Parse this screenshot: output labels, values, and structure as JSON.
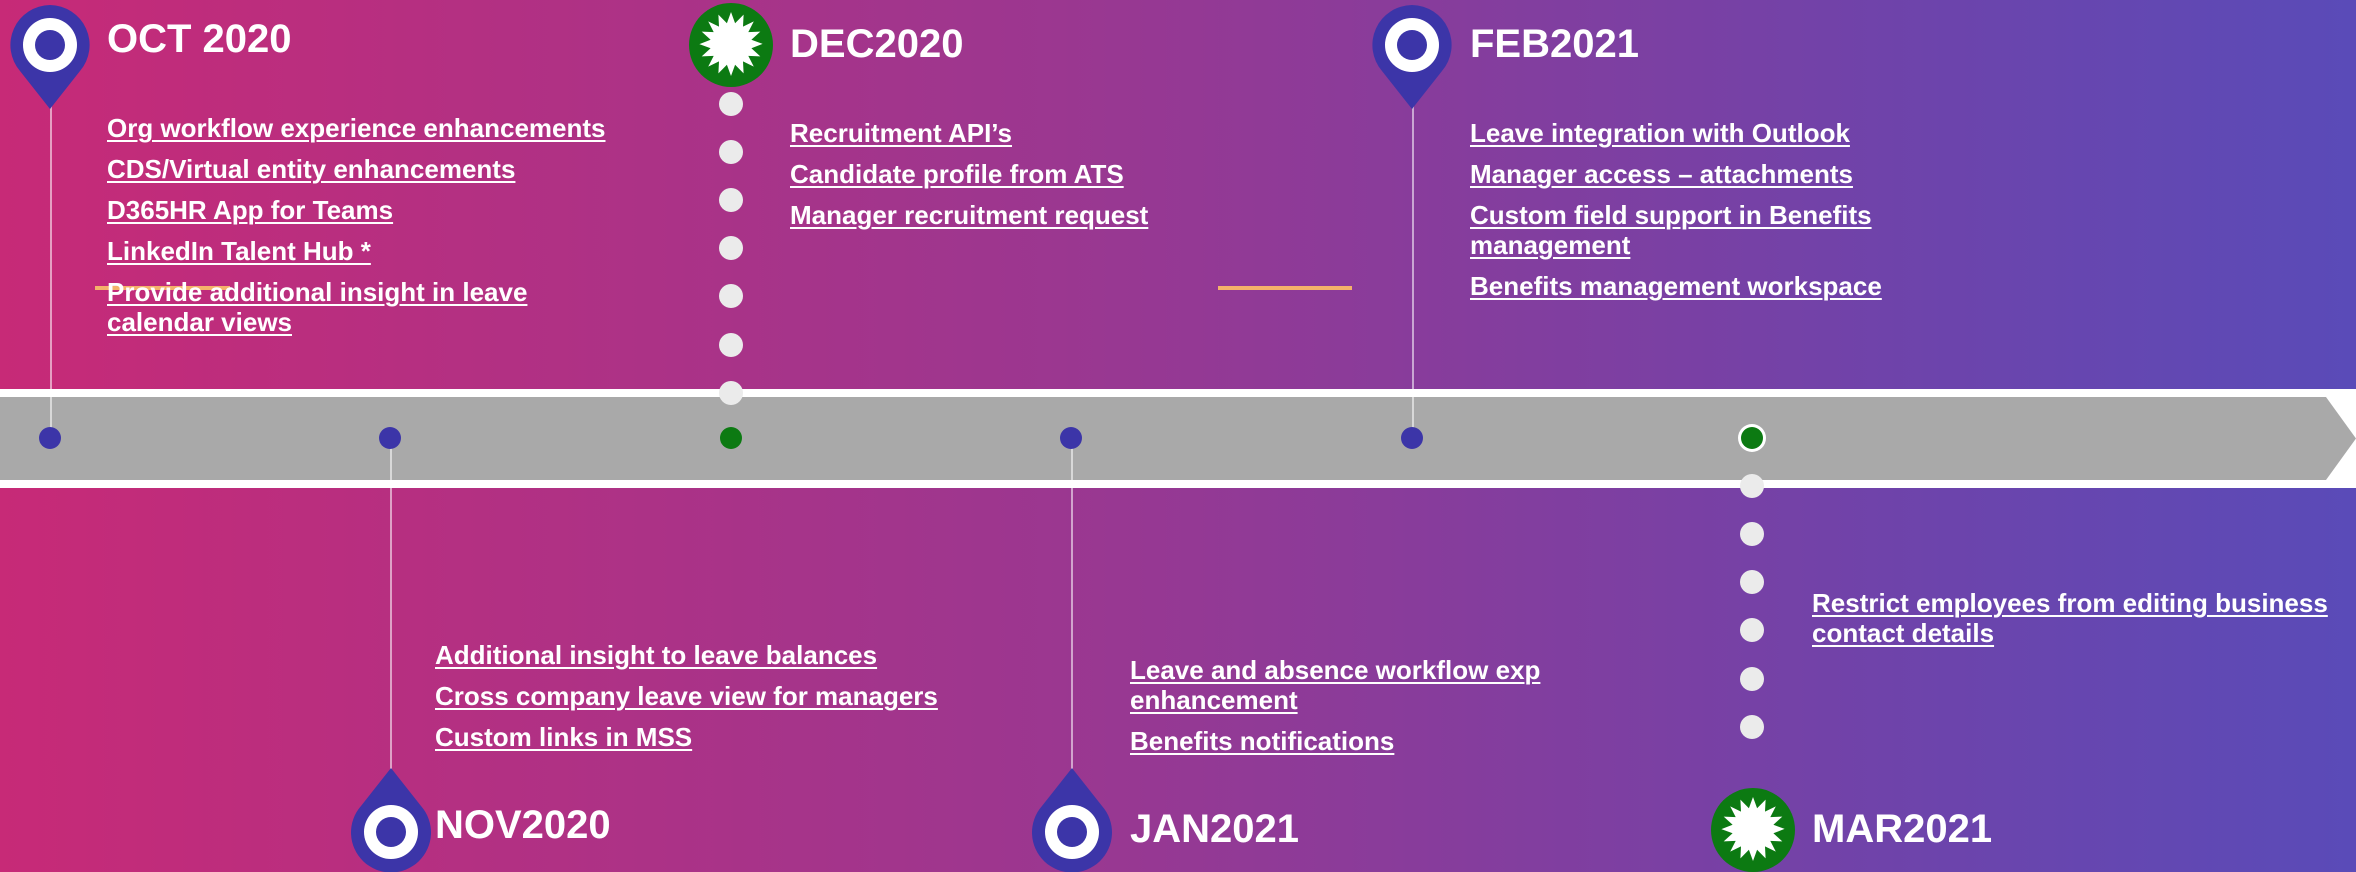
{
  "colors": {
    "gradient_left": "#c72a77",
    "gradient_right": "#5a4bb8",
    "timeline_bar": "#a9a9a9",
    "milestone_blue": "#3c35a8",
    "milestone_green": "#0c7a12",
    "accent_orange": "#f4b26a"
  },
  "milestones": [
    {
      "title": "OCT 2020",
      "marker": "pin-icon",
      "items": [
        "Org workflow experience enhancements",
        "CDS/Virtual entity enhancements",
        "D365HR App for Teams",
        "LinkedIn Talent Hub *",
        "Provide additional insight in leave calendar views"
      ]
    },
    {
      "title": "NOV2020",
      "marker": "pin-icon",
      "items": [
        "Additional insight to leave balances",
        "Cross company leave view for managers",
        "Custom links in MSS"
      ]
    },
    {
      "title": "DEC2020",
      "marker": "starburst-icon",
      "items": [
        "Recruitment API’s",
        "Candidate profile from ATS",
        "Manager recruitment request"
      ]
    },
    {
      "title": "JAN2021",
      "marker": "pin-icon",
      "items": [
        "Leave and absence workflow exp enhancement",
        "Benefits notifications"
      ]
    },
    {
      "title": "FEB2021",
      "marker": "pin-icon",
      "items": [
        "Leave integration with Outlook",
        "Manager access – attachments",
        "Custom field support in Benefits management",
        "Benefits management workspace"
      ]
    },
    {
      "title": "MAR2021",
      "marker": "starburst-icon",
      "items": [
        "Restrict employees from editing business contact details"
      ]
    }
  ]
}
